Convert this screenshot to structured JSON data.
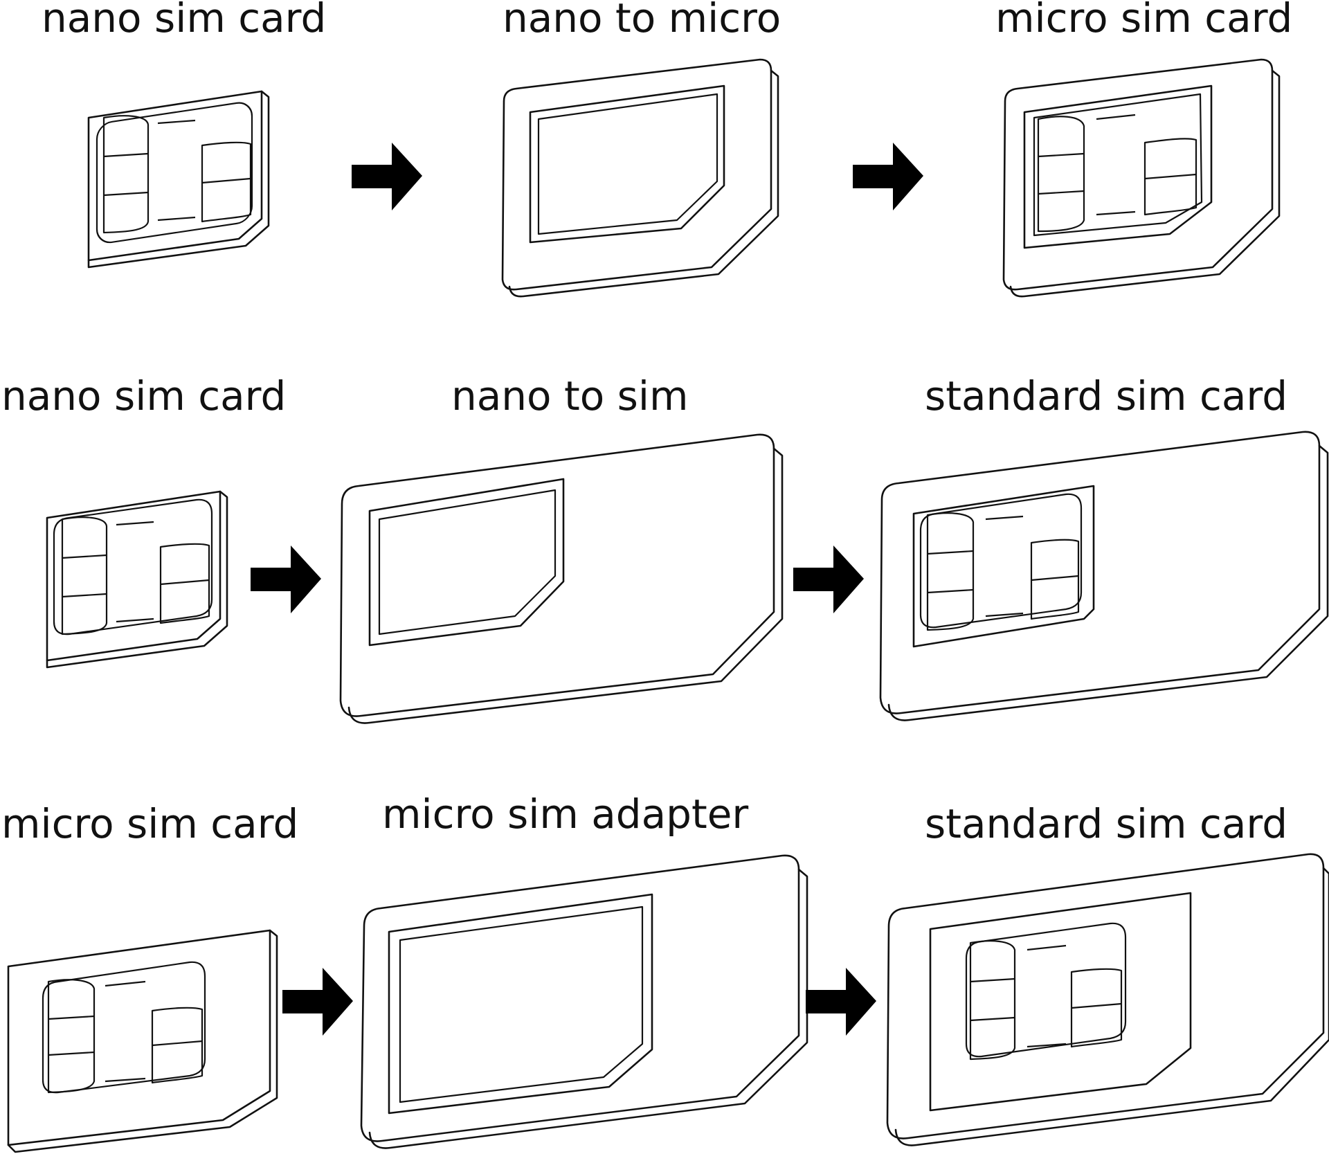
{
  "rows": [
    {
      "source_label": "nano sim card",
      "adapter_label": "nano to micro",
      "result_label": "micro sim card"
    },
    {
      "source_label": "nano sim card",
      "adapter_label": "nano to sim",
      "result_label": "standard sim card"
    },
    {
      "source_label": "micro sim card",
      "adapter_label": "micro sim adapter",
      "result_label": "standard sim card"
    }
  ]
}
